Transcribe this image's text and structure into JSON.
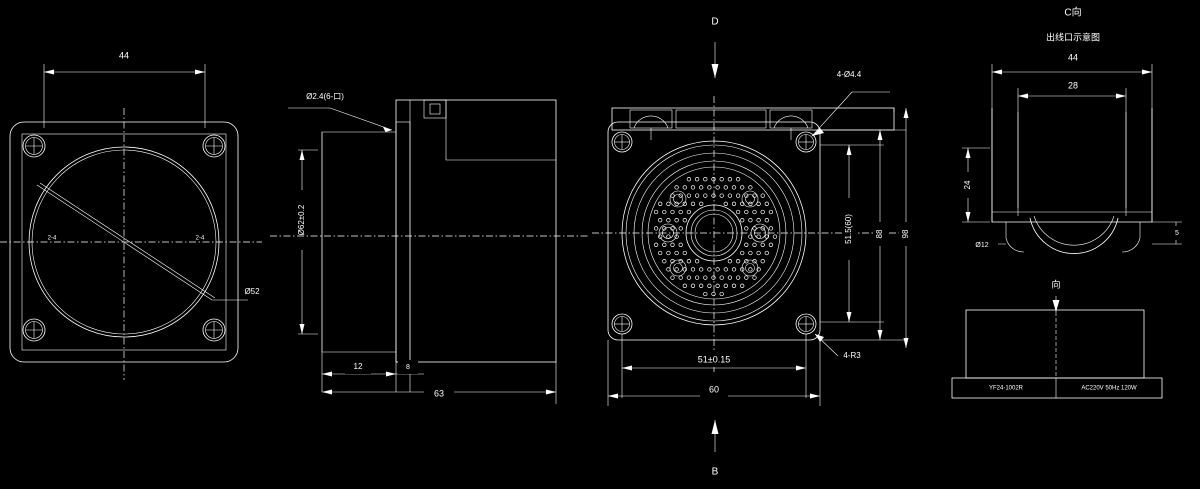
{
  "drawing": {
    "type": "mechanical-engineering-drawing",
    "background_color": "#000000",
    "line_color": "#ffffff",
    "description": "Four-view CAD outline drawing of a square-flange blower / motor housing"
  },
  "view1": {
    "name": "front-view",
    "dim_top": "44",
    "dim_diameter": "Ø52",
    "dim_center_left": "2-4",
    "dim_center_right": "2-4"
  },
  "view2": {
    "name": "side-section-view",
    "callout_holes": "Ø2.4(6-口)",
    "dim_vertical": "Ø62±0.2",
    "dim_left": "12",
    "dim_mid": "8",
    "dim_total": "63"
  },
  "view3": {
    "name": "rear-view",
    "section_marker_top": "D",
    "section_marker_bottom": "B",
    "callout_mount_holes": "4-Ø4.4",
    "callout_corner_radius": "4-R3",
    "dim_right_inner": "51.5(60)",
    "dim_right_mid": "88",
    "dim_right_outer": "98",
    "dim_bottom_inner": "51±0.15",
    "dim_bottom_outer": "60"
  },
  "view4": {
    "name": "c-direction-view",
    "title_line1": "C向",
    "title_line2": "出线口示意图",
    "dim_top_outer": "44",
    "dim_top_inner": "28",
    "dim_left": "24",
    "dim_lower_left": "Ø12",
    "dim_right": "5",
    "dim_bottom_label": "向",
    "nameplate_left": "YF24-1002R",
    "nameplate_right": "AC220V 50Hz 120W"
  }
}
